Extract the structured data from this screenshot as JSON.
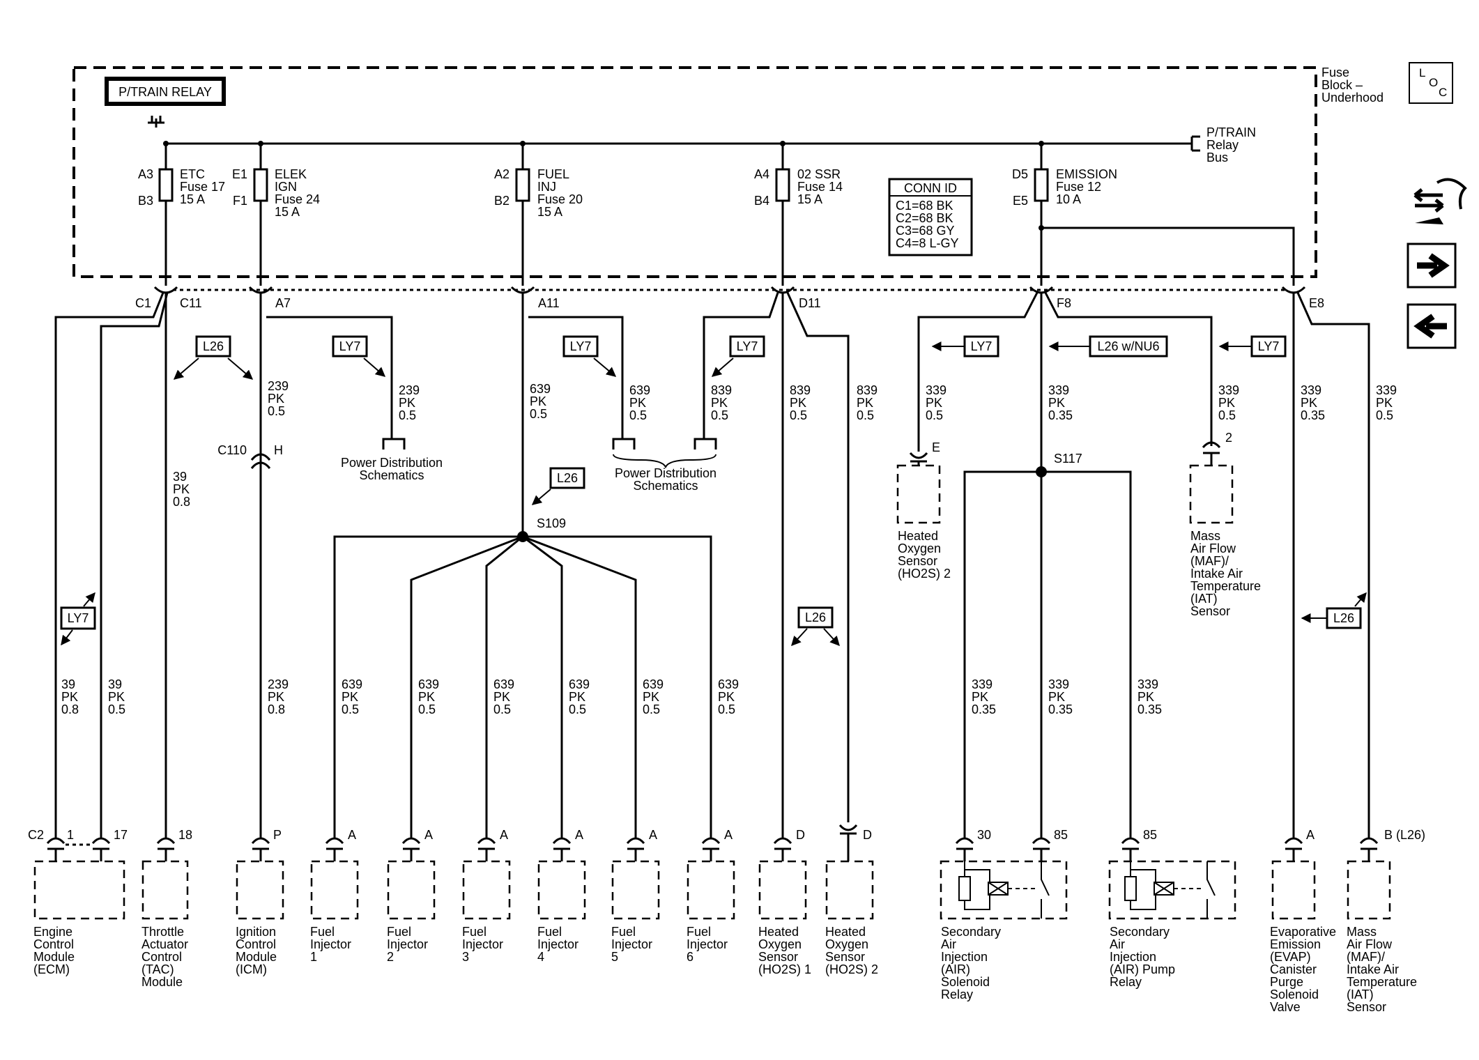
{
  "header": {
    "relay_label": "P/TRAIN RELAY",
    "fuse_block_1": "Fuse",
    "fuse_block_2": "Block –",
    "fuse_block_3": "Underhood",
    "bus_1": "P/TRAIN",
    "bus_2": "Relay",
    "bus_3": "Bus"
  },
  "loc": {
    "l": "L",
    "o": "O",
    "c": "C"
  },
  "fuses": [
    {
      "top": "A3",
      "bot": "B3",
      "l1": "ETC",
      "l2": "Fuse 17",
      "l3": "15 A"
    },
    {
      "top": "E1",
      "bot": "F1",
      "l1": "ELEK",
      "l2": "IGN",
      "l3": "Fuse 24",
      "l4": "15 A"
    },
    {
      "top": "A2",
      "bot": "B2",
      "l1": "FUEL",
      "l2": "INJ",
      "l3": "Fuse 20",
      "l4": "15 A"
    },
    {
      "top": "A4",
      "bot": "B4",
      "l1": "02 SSR",
      "l2": "Fuse 14",
      "l3": "15 A"
    },
    {
      "top": "D5",
      "bot": "E5",
      "l1": "EMISSION",
      "l2": "Fuse 12",
      "l3": "10 A"
    }
  ],
  "conn_id": {
    "title": "CONN ID",
    "l1": "C1=68 BK",
    "l2": "C2=68 BK",
    "l3": "C3=68 GY",
    "l4": "C4=8 L-GY"
  },
  "connectors": {
    "c1": "C1",
    "c11": "C11",
    "a7": "A7",
    "a11": "A11",
    "d11": "D11",
    "f8": "F8",
    "e8": "E8",
    "c110": "C110",
    "h": "H"
  },
  "tags": {
    "l26": "L26",
    "ly7": "LY7",
    "l26nu6": "L26 w/NU6"
  },
  "wires": {
    "w239_a": [
      "239",
      "PK",
      "0.5"
    ],
    "w239_b": [
      "239",
      "PK",
      "0.5"
    ],
    "w39_mid": [
      "39",
      "PK",
      "0.8"
    ],
    "w639_a11": [
      "639",
      "PK",
      "0.5"
    ],
    "w639_pds": [
      "639",
      "PK",
      "0.5"
    ],
    "w839_pds": [
      "839",
      "PK",
      "0.5"
    ],
    "w839_d": [
      "839",
      "PK",
      "0.5"
    ],
    "w839_d2": [
      "839",
      "PK",
      "0.5"
    ],
    "w339_1": [
      "339",
      "PK",
      "0.5"
    ],
    "w339_2": [
      "339",
      "PK",
      "0.35"
    ],
    "w339_3": [
      "339",
      "PK",
      "0.5"
    ],
    "w339_4": [
      "339",
      "PK",
      "0.35"
    ],
    "w339_5": [
      "339",
      "PK",
      "0.5"
    ],
    "w39_l1": [
      "39",
      "PK",
      "0.8"
    ],
    "w39_l2": [
      "39",
      "PK",
      "0.5"
    ],
    "w239_ic": [
      "239",
      "PK",
      "0.8"
    ],
    "w639_f": [
      "639",
      "PK",
      "0.5"
    ],
    "w339_s1": [
      "339",
      "PK",
      "0.35"
    ],
    "w339_s2": [
      "339",
      "PK",
      "0.35"
    ],
    "w339_s3": [
      "339",
      "PK",
      "0.35"
    ]
  },
  "pds": {
    "l1": "Power Distribution",
    "l2": "Schematics"
  },
  "splices": {
    "s109": "S109",
    "s117": "S117"
  },
  "pins": {
    "c2": "C2",
    "one": "1",
    "p17": "17",
    "p18": "18",
    "p": "P",
    "a": "A",
    "d": "D",
    "e": "E",
    "two": "2",
    "p30": "30",
    "p85": "85",
    "b_l26": "B (L26)"
  },
  "components": {
    "ecm": [
      "Engine",
      "Control",
      "Module",
      "(ECM)"
    ],
    "tac": [
      "Throttle",
      "Actuator",
      "Control",
      "(TAC)",
      "Module"
    ],
    "icm": [
      "Ignition",
      "Control",
      "Module",
      "(ICM)"
    ],
    "inj1": [
      "Fuel",
      "Injector",
      "1"
    ],
    "inj2": [
      "Fuel",
      "Injector",
      "2"
    ],
    "inj3": [
      "Fuel",
      "Injector",
      "3"
    ],
    "inj4": [
      "Fuel",
      "Injector",
      "4"
    ],
    "inj5": [
      "Fuel",
      "Injector",
      "5"
    ],
    "inj6": [
      "Fuel",
      "Injector",
      "6"
    ],
    "ho2s1": [
      "Heated",
      "Oxygen",
      "Sensor",
      "(HO2S) 1"
    ],
    "ho2s2b": [
      "Heated",
      "Oxygen",
      "Sensor",
      "(HO2S) 2"
    ],
    "ho2s2": [
      "Heated",
      "Oxygen",
      "Sensor",
      "(HO2S) 2"
    ],
    "maf_top": [
      "Mass",
      "Air Flow",
      "(MAF)/",
      "Intake Air",
      "Temperature",
      "(IAT)",
      "Sensor"
    ],
    "air_sol": [
      "Secondary",
      "Air",
      "Injection",
      "(AIR)",
      "Solenoid",
      "Relay"
    ],
    "air_pump": [
      "Secondary",
      "Air",
      "Injection",
      "(AIR) Pump",
      "Relay"
    ],
    "evap": [
      "Evaporative",
      "Emission",
      "(EVAP)",
      "Canister",
      "Purge",
      "Solenoid",
      "Valve"
    ],
    "maf_bot": [
      "Mass",
      "Air Flow",
      "(MAF)/",
      "Intake Air",
      "Temperature",
      "(IAT)",
      "Sensor"
    ]
  }
}
